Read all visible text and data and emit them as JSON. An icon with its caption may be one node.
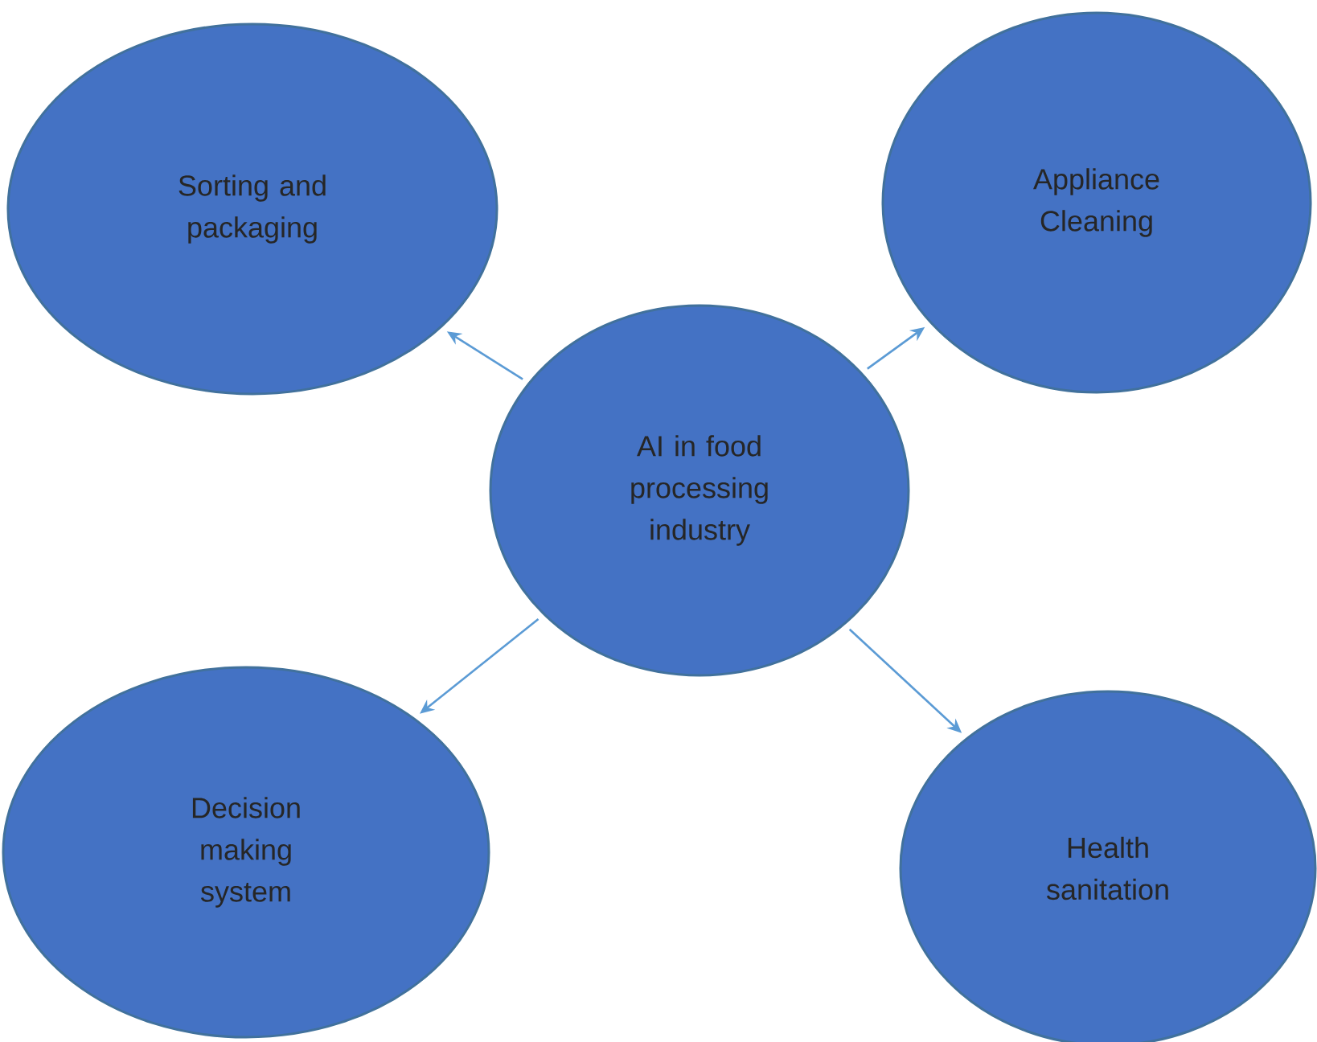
{
  "diagram": {
    "nodes": [
      {
        "text": [
          "Sorting and packaging"
        ]
      },
      {
        "text": [
          "Appliance Cleaning"
        ]
      },
      {
        "text": [
          "AI in food processing industry"
        ]
      },
      {
        "text": [
          "Decision making system"
        ]
      },
      {
        "text": [
          "Health sanitation"
        ]
      }
    ],
    "edges": [
      {
        "from": 2,
        "to": 0,
        "arrow": "to"
      },
      {
        "from": 2,
        "to": 1,
        "arrow": "to"
      },
      {
        "from": 2,
        "to": 3,
        "arrow": "to"
      },
      {
        "from": 2,
        "to": 4,
        "arrow": "to"
      }
    ]
  }
}
